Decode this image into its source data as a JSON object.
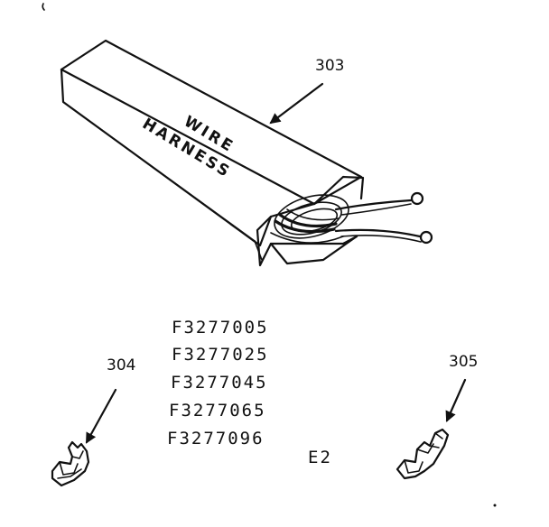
{
  "box_label": {
    "line1": "WIRE",
    "line2": "HARNESS"
  },
  "callouts": {
    "box": "303",
    "left_terminal": "304",
    "right_terminal": "305"
  },
  "part_numbers": [
    "F3277005",
    "F3277025",
    "F3277045",
    "F3277065",
    "F3277096"
  ],
  "diagram_code": "E2"
}
